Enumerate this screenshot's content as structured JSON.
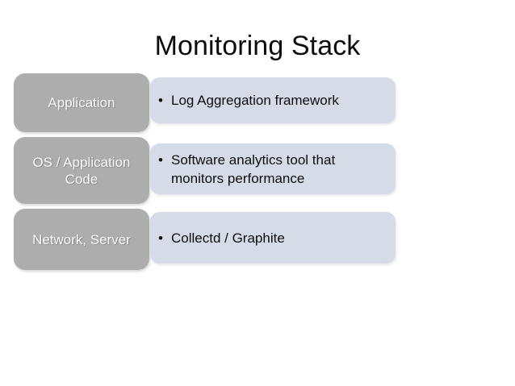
{
  "slide": {
    "title": "Monitoring Stack",
    "background_color": "#FFFFFF",
    "title_color": "#0D0D0D"
  },
  "theme": {
    "label_fill": "#ADADAD",
    "label_text_color": "#FFFFFF",
    "content_fill": "#D5DCE8",
    "content_text_color": "#0D0D0D"
  },
  "stack": {
    "rows": [
      {
        "label": "Application",
        "bullets": [
          "Log Aggregation framework"
        ]
      },
      {
        "label": "OS / Application Code",
        "bullets": [
          "Software analytics tool that monitors performance"
        ]
      },
      {
        "label": "Network, Server",
        "bullets": [
          "Collectd / Graphite"
        ]
      }
    ]
  }
}
